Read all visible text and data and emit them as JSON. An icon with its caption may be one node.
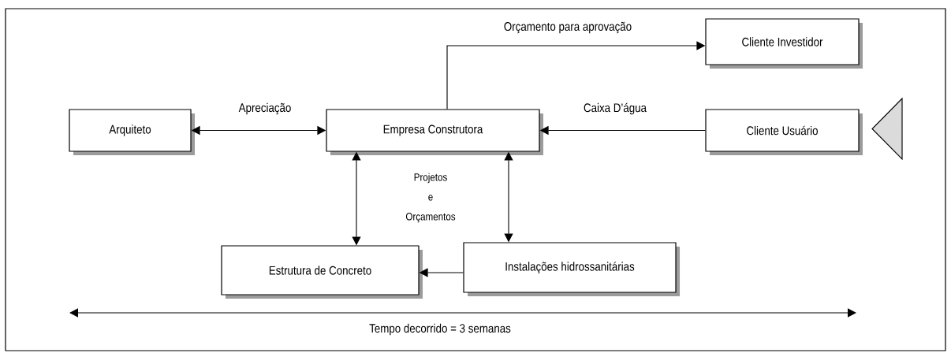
{
  "diagram": {
    "nodes": [
      {
        "text": [
          "Arquiteto"
        ]
      },
      {
        "text": [
          "Empresa Construtora"
        ]
      },
      {
        "text": [
          "Cliente Investidor"
        ]
      },
      {
        "text": [
          "Cliente Usuário"
        ]
      },
      {
        "text": [
          "Estrutura de Concreto"
        ]
      },
      {
        "text": [
          "Instalações hidrossanitárias"
        ]
      },
      {
        "text": [],
        "shape": "triangle"
      }
    ],
    "edges": [
      {
        "from": 0,
        "to": 1,
        "arrow": "both",
        "label": "Apreciação"
      },
      {
        "from": 1,
        "to": 2,
        "arrow": "to",
        "label": "Orçamento para aprovação"
      },
      {
        "from": 3,
        "to": 1,
        "arrow": "to",
        "label": "Caixa D’água"
      },
      {
        "from": 1,
        "to": 4,
        "arrow": "both"
      },
      {
        "from": 1,
        "to": 5,
        "arrow": "both"
      },
      {
        "from": 5,
        "to": 4,
        "arrow": "to"
      }
    ],
    "labels": [
      "Projetos e Orçamentos",
      "Tempo decorrido = 3 semanas"
    ]
  }
}
